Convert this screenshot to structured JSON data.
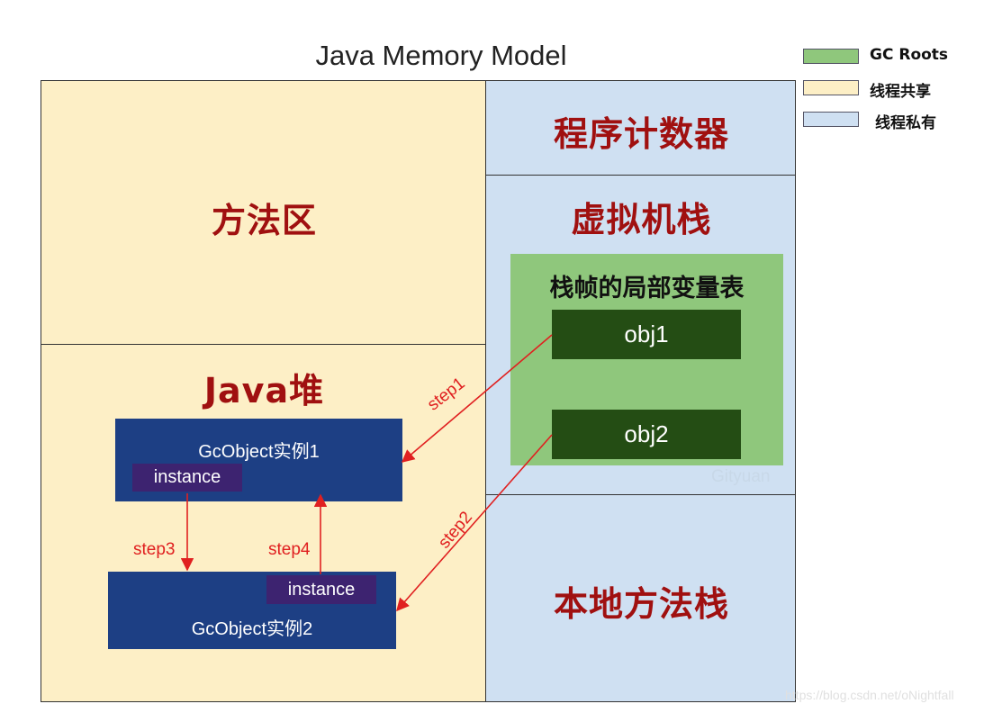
{
  "title": "Java Memory Model",
  "legend": [
    {
      "label": "GC Roots",
      "color": "#8fc77c"
    },
    {
      "label": "线程共享",
      "color": "#fdefc6"
    },
    {
      "label": "线程私有",
      "color": "#cfe0f2"
    }
  ],
  "regions": {
    "method_area": "方法区",
    "java_heap": "Java堆",
    "program_counter": "程序计数器",
    "vm_stack": "虚拟机栈",
    "native_stack": "本地方法栈"
  },
  "stack_frame": {
    "title": "栈帧的局部变量表",
    "obj1": "obj1",
    "obj2": "obj2"
  },
  "heap_objects": {
    "gc1": {
      "label": "GcObject实例1",
      "field": "instance"
    },
    "gc2": {
      "label": "GcObject实例2",
      "field": "instance"
    }
  },
  "steps": {
    "step1": "step1",
    "step2": "step2",
    "step3": "step3",
    "step4": "step4"
  },
  "watermarks": {
    "inner": "Gityuan",
    "url": "https://blog.csdn.net/oNightfall"
  }
}
